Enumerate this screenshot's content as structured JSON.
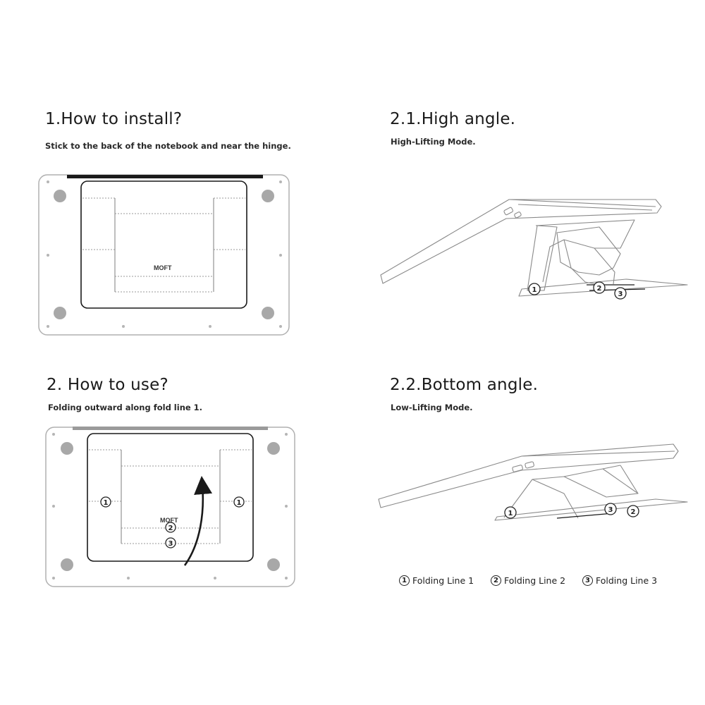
{
  "sections": {
    "install": {
      "title": "1.How to install?",
      "subtitle": "Stick to the back of the notebook and near the hinge."
    },
    "use": {
      "title": "2. How to use?",
      "subtitle": "Folding outward along fold line 1."
    },
    "high": {
      "title": "2.1.High angle.",
      "subtitle": "High-Lifting Mode."
    },
    "bottom": {
      "title": "2.2.Bottom angle.",
      "subtitle": "Low-Lifting Mode."
    }
  },
  "brand": "MOFT",
  "markers": {
    "one": "1",
    "two": "2",
    "three": "3"
  },
  "legend": [
    {
      "num": "1",
      "label": "Folding Line 1"
    },
    {
      "num": "2",
      "label": "Folding Line 2"
    },
    {
      "num": "3",
      "label": "Folding Line 3"
    }
  ],
  "colors": {
    "line": "#8a8a8a",
    "dark": "#1a1a1a",
    "foot": "#a8a8a8"
  }
}
